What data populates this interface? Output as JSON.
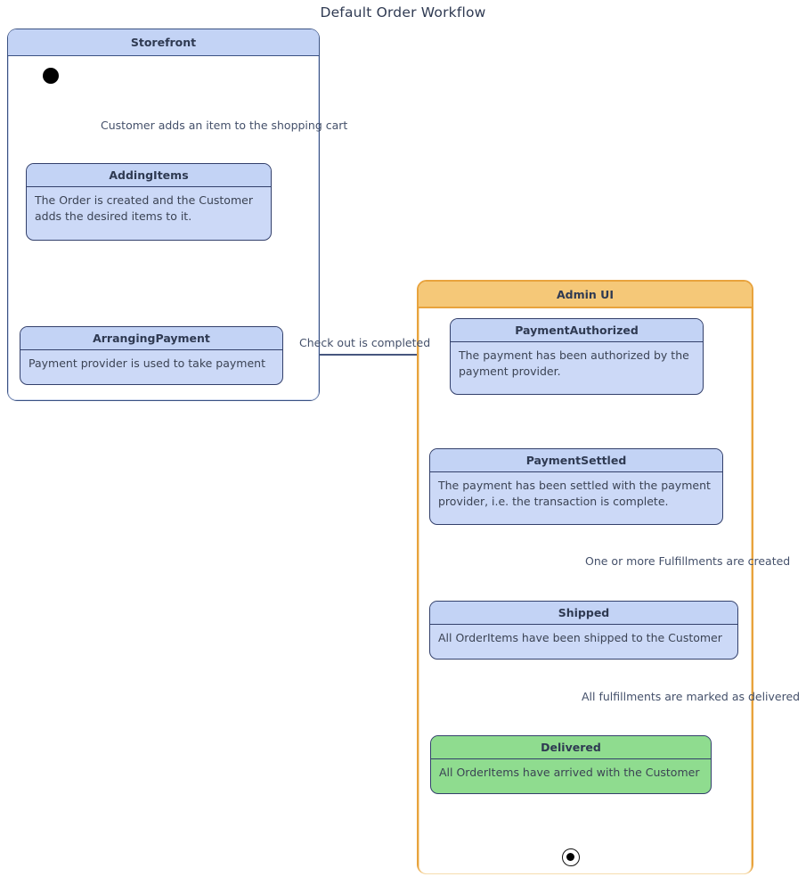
{
  "diagram": {
    "title": "Default Order Workflow",
    "type": "uml-state-machine",
    "colors": {
      "state_fill": "#ccd9f7",
      "state_header_fill": "#c3d3f5",
      "state_border": "#33406b",
      "storefront_border": "#3a5182",
      "adminui_border": "#e8a33d",
      "adminui_header_fill": "#f5c878",
      "delivered_fill": "#8fdc8f",
      "edge_color": "#2c3e6b",
      "text_color": "#3b4354"
    }
  },
  "containers": [
    {
      "id": "storefront",
      "label": "Storefront"
    },
    {
      "id": "adminui",
      "label": "Admin UI"
    }
  ],
  "states": [
    {
      "id": "addingitems",
      "name": "AddingItems",
      "description": "The Order is created and the Customer adds the desired items to it.",
      "container": "Storefront",
      "status": "normal"
    },
    {
      "id": "arrangingpayment",
      "name": "ArrangingPayment",
      "description": "Payment provider is used to take payment",
      "container": "Storefront",
      "status": "normal"
    },
    {
      "id": "paymentauthorized",
      "name": "PaymentAuthorized",
      "description": "The payment has been authorized by the payment provider.",
      "container": "Admin UI",
      "status": "normal"
    },
    {
      "id": "paymentsettled",
      "name": "PaymentSettled",
      "description": "The payment has been settled with the payment provider, i.e. the transaction is complete.",
      "container": "Admin UI",
      "status": "normal"
    },
    {
      "id": "shipped",
      "name": "Shipped",
      "description": "All OrderItems have been shipped to the Customer",
      "container": "Admin UI",
      "status": "normal"
    },
    {
      "id": "delivered",
      "name": "Delivered",
      "description": "All OrderItems have arrived with the Customer",
      "container": "Admin UI",
      "status": "final"
    }
  ],
  "pseudostates": [
    {
      "id": "initial",
      "kind": "initial-state",
      "container": "Storefront"
    },
    {
      "id": "final",
      "kind": "final-state",
      "container": "Admin UI"
    }
  ],
  "transitions": [
    {
      "id": "t1",
      "from": "initial",
      "to": "AddingItems",
      "label": "Customer adds an item to the shopping cart"
    },
    {
      "id": "t2",
      "from": "AddingItems",
      "to": "ArrangingPayment",
      "label": ""
    },
    {
      "id": "t3",
      "from": "ArrangingPayment",
      "to": "PaymentAuthorized",
      "label": "Check out is completed"
    },
    {
      "id": "t4",
      "from": "PaymentAuthorized",
      "to": "PaymentSettled",
      "label": ""
    },
    {
      "id": "t5",
      "from": "PaymentSettled",
      "to": "Shipped",
      "label": "One or more Fulfillments are created"
    },
    {
      "id": "t6",
      "from": "Shipped",
      "to": "Delivered",
      "label": "All fulfillments are marked as delivered"
    },
    {
      "id": "t7",
      "from": "Delivered",
      "to": "final",
      "label": ""
    }
  ]
}
